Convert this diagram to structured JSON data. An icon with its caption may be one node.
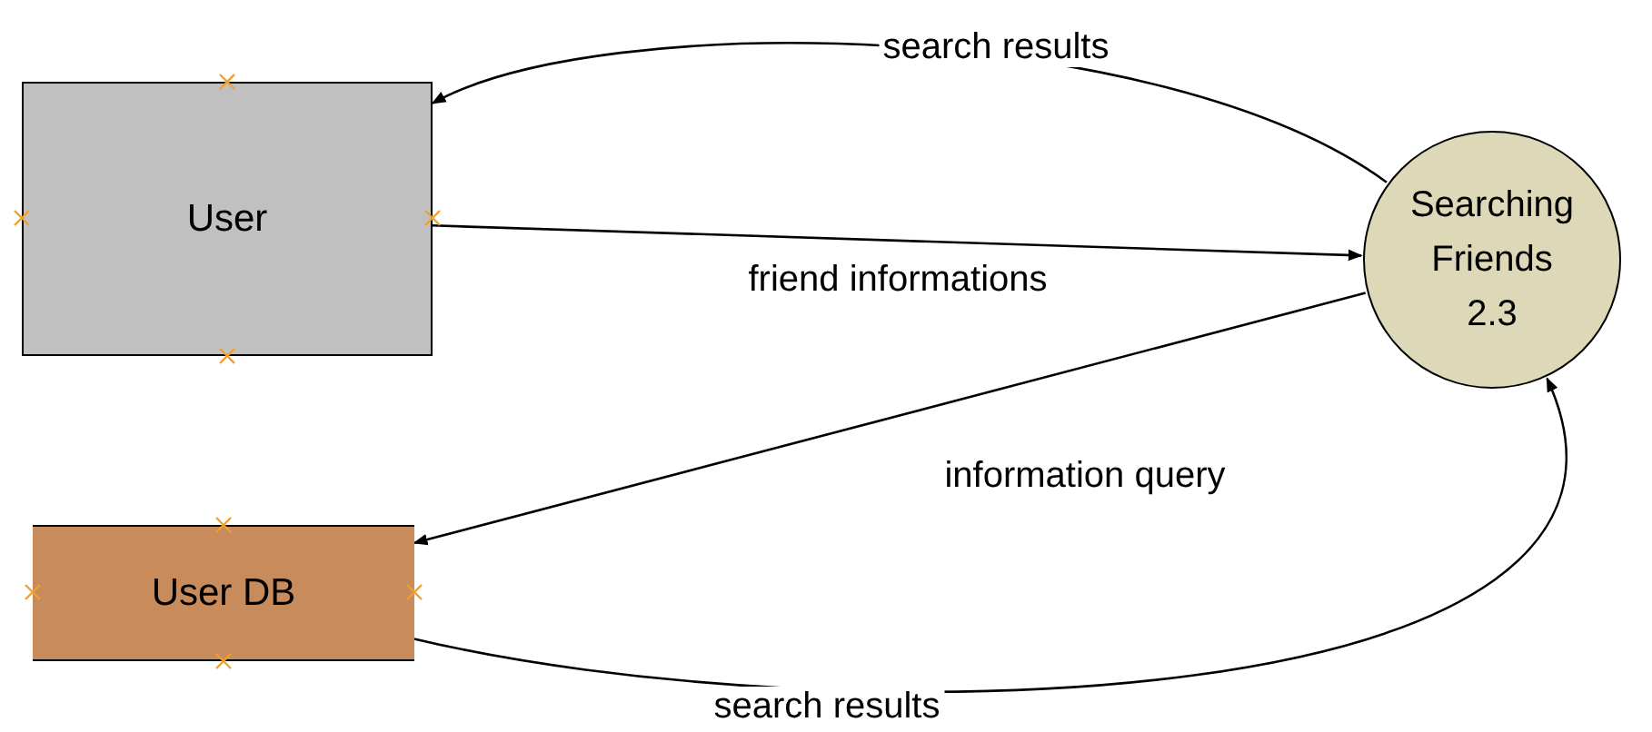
{
  "diagram": {
    "nodes": [
      {
        "text": [
          "User"
        ]
      },
      {
        "text": [
          "User DB"
        ]
      },
      {
        "text": [
          "Searching Friends 2.3"
        ]
      }
    ],
    "edges": [
      {
        "from": 2,
        "to": 0,
        "arrow": "to",
        "label": "search results"
      },
      {
        "from": 0,
        "to": 2,
        "arrow": "to",
        "label": "friend informations"
      },
      {
        "from": 2,
        "to": 1,
        "arrow": "to",
        "label": "information query"
      },
      {
        "from": 1,
        "to": 2,
        "arrow": "to",
        "label": "search results"
      }
    ]
  }
}
